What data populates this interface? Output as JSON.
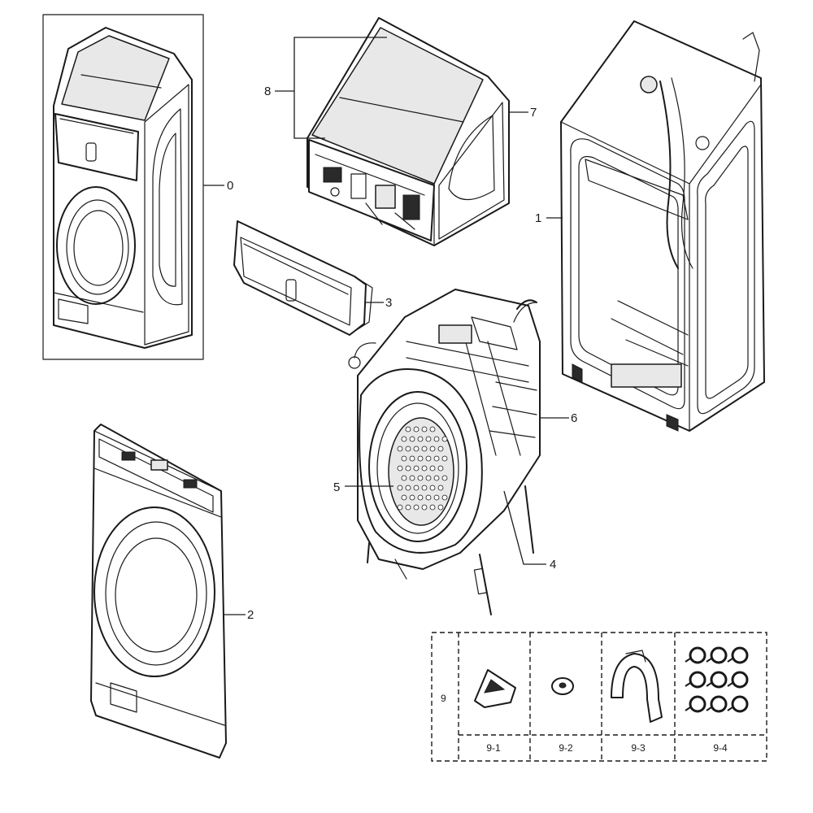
{
  "callouts": {
    "c0": "0",
    "c1": "1",
    "c2": "2",
    "c3": "3",
    "c4": "4",
    "c5": "5",
    "c6": "6",
    "c7": "7",
    "c8": "8",
    "c9": "9"
  },
  "kit": {
    "items": [
      {
        "label": "9-1",
        "icon": "triangular-bracket-icon"
      },
      {
        "label": "9-2",
        "icon": "washer-ring-icon"
      },
      {
        "label": "9-3",
        "icon": "curved-hose-icon"
      },
      {
        "label": "9-4",
        "icon": "hose-clamps-icon"
      }
    ]
  }
}
